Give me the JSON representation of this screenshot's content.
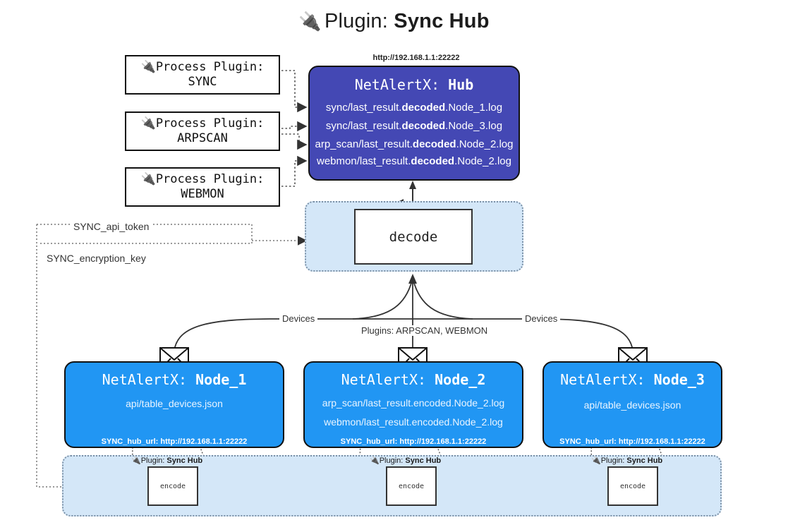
{
  "title": {
    "icon": "plug-icon",
    "prefix": "Plugin:",
    "name": "Sync Hub"
  },
  "process_plugins": [
    {
      "icon": "plug-icon",
      "line1": "Process Plugin:",
      "line2": "SYNC"
    },
    {
      "icon": "plug-icon",
      "line1": "Process Plugin:",
      "line2": "ARPSCAN"
    },
    {
      "icon": "plug-icon",
      "line1": "Process Plugin:",
      "line2": "WEBMON"
    }
  ],
  "hub": {
    "url": "http://192.168.1.1:22222",
    "title_prefix": "NetAlertX:",
    "title_name": "Hub",
    "logs": [
      {
        "pre": "sync/last_result.",
        "mid": "decoded",
        "post": ".Node_1.log"
      },
      {
        "pre": "sync/last_result.",
        "mid": "decoded",
        "post": ".Node_3.log"
      },
      {
        "pre": "arp_scan/last_result.",
        "mid": "decoded",
        "post": ".Node_2.log"
      },
      {
        "pre": "webmon/last_result.",
        "mid": "decoded",
        "post": ".Node_2.log"
      }
    ]
  },
  "decode": {
    "label": "decode"
  },
  "tokens": [
    {
      "label": "SYNC_api_token"
    },
    {
      "label": "SYNC_encryption_key"
    }
  ],
  "flow_labels": {
    "left": "Devices",
    "center": "Plugins: ARPSCAN, WEBMON",
    "right": "Devices"
  },
  "nodes": [
    {
      "icon": "envelope-icon",
      "title_prefix": "NetAlertX:",
      "title_name": "Node_1",
      "lines": [
        "api/table_devices.json"
      ],
      "hub_url_label": "SYNC_hub_url: http://192.168.1.1:22222"
    },
    {
      "icon": "envelope-icon",
      "title_prefix": "NetAlertX:",
      "title_name": "Node_2",
      "lines": [
        "arp_scan/last_result.encoded.Node_2.log",
        "webmon/last_result.encoded.Node_2.log"
      ],
      "hub_url_label": "SYNC_hub_url: http://192.168.1.1:22222"
    },
    {
      "icon": "envelope-icon",
      "title_prefix": "NetAlertX:",
      "title_name": "Node_3",
      "lines": [
        "api/table_devices.json"
      ],
      "hub_url_label": "SYNC_hub_url: http://192.168.1.1:22222"
    }
  ],
  "encoders": [
    {
      "icon": "plug-icon",
      "caption_prefix": "Plugin:",
      "caption_name": "Sync Hub",
      "label": "encode"
    },
    {
      "icon": "plug-icon",
      "caption_prefix": "Plugin:",
      "caption_name": "Sync Hub",
      "label": "encode"
    },
    {
      "icon": "plug-icon",
      "caption_prefix": "Plugin:",
      "caption_name": "Sync Hub",
      "label": "encode"
    }
  ],
  "colors": {
    "hub_fill": "#4448b4",
    "node_fill": "#2196f3",
    "group_fill": "#d4e7f8",
    "stroke": "#111111"
  }
}
